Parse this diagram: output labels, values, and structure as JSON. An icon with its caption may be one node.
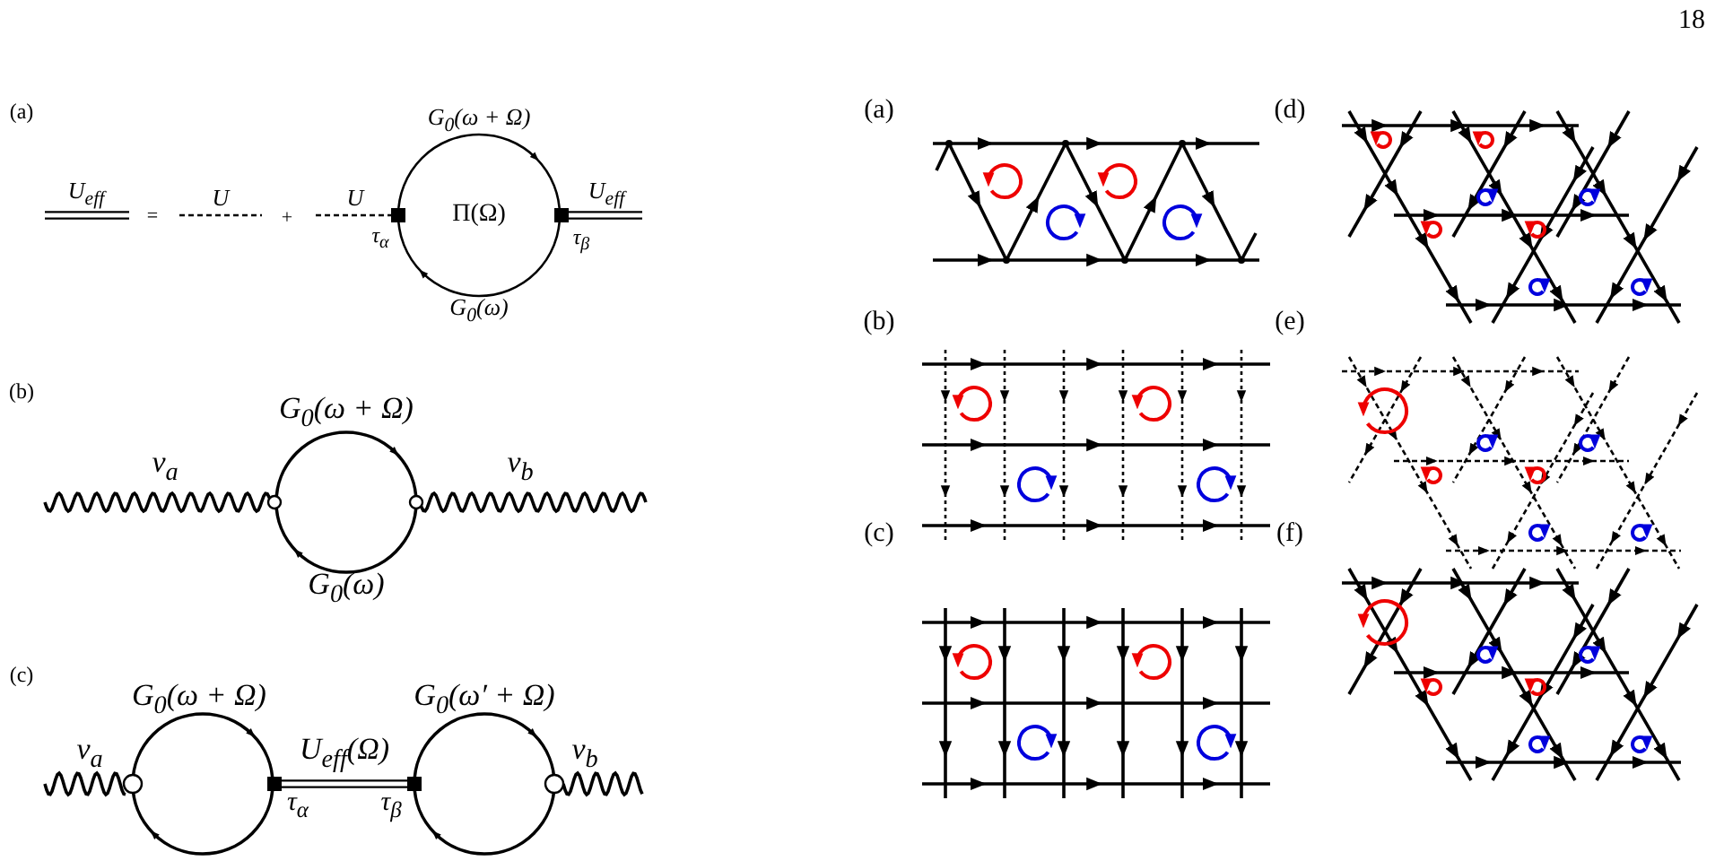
{
  "diagram": {
    "labels": [
      "18",
      "(a)",
      "U$_{eff}$",
      "=",
      "U",
      "+",
      "U",
      "G$_{0}$(ω + Ω)",
      "Π(Ω)",
      "U$_{eff}$",
      "τ$_{α}$",
      "τ$_{β}$",
      "G$_{0}$(ω)",
      "(b)",
      "G$_{0}$(ω + Ω)",
      "v$_{a}$",
      "v$_{b}$",
      "G$_{0}$(ω)",
      "(c)",
      "G$_{0}$(ω + Ω)",
      "G$_{0}$(ω′ + Ω)",
      "v$_{a}$",
      "U$_{eff}$(Ω)",
      "v$_{b}$",
      "τ$_{α}$",
      "τ$_{β}$",
      "(a)",
      "(d)",
      "(b)",
      "(e)",
      "(c)",
      "(f)"
    ]
  }
}
